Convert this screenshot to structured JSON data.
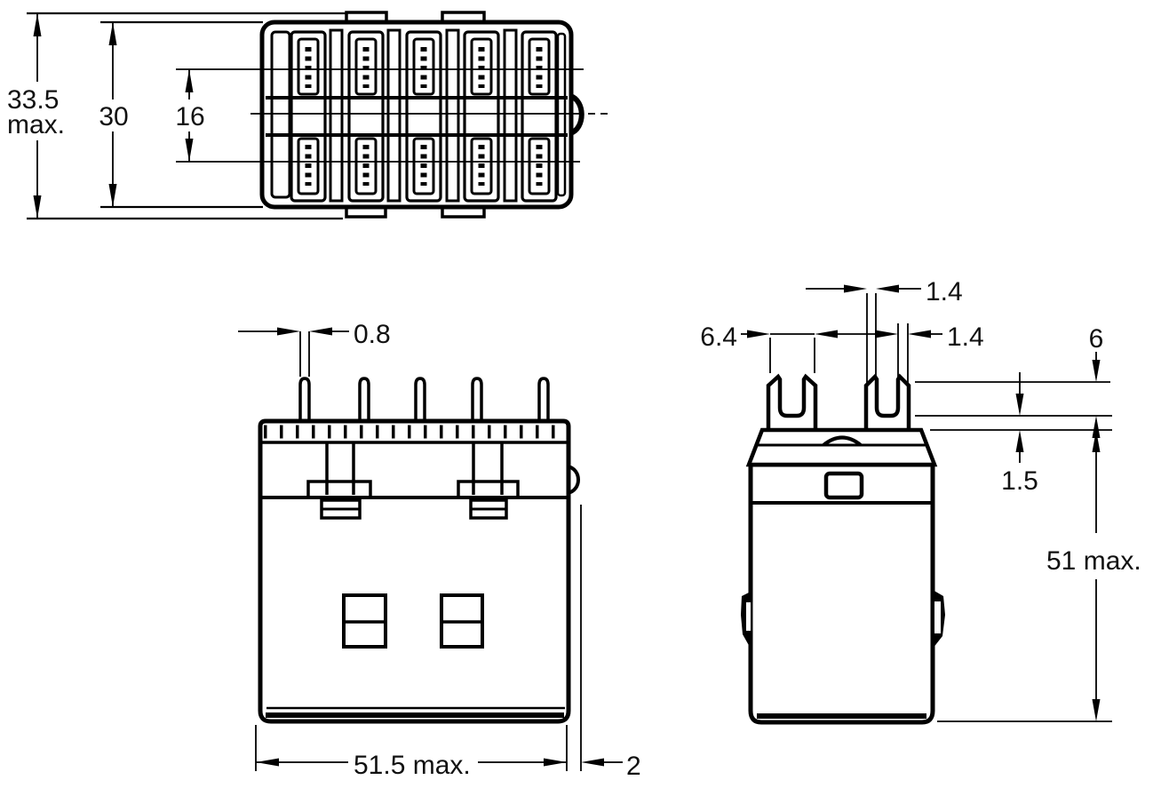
{
  "views": {
    "top": {
      "overall_height": "33.5",
      "overall_height_suffix": "max.",
      "case_height": "30",
      "terminal_row_spacing": "16"
    },
    "front": {
      "pin_thickness": "0.8",
      "overall_width": "51.5 max.",
      "side_lug_projection": "2"
    },
    "side": {
      "terminal_outer_width": "6.4",
      "prong_width_upper": "1.4",
      "prong_width_lower": "1.4",
      "fork_tip_length": "6",
      "shoulder_height": "1.5",
      "overall_height": "51 max."
    }
  },
  "style": {
    "background": "#ffffff",
    "line_color": "#000000",
    "text_color": "#111111"
  }
}
